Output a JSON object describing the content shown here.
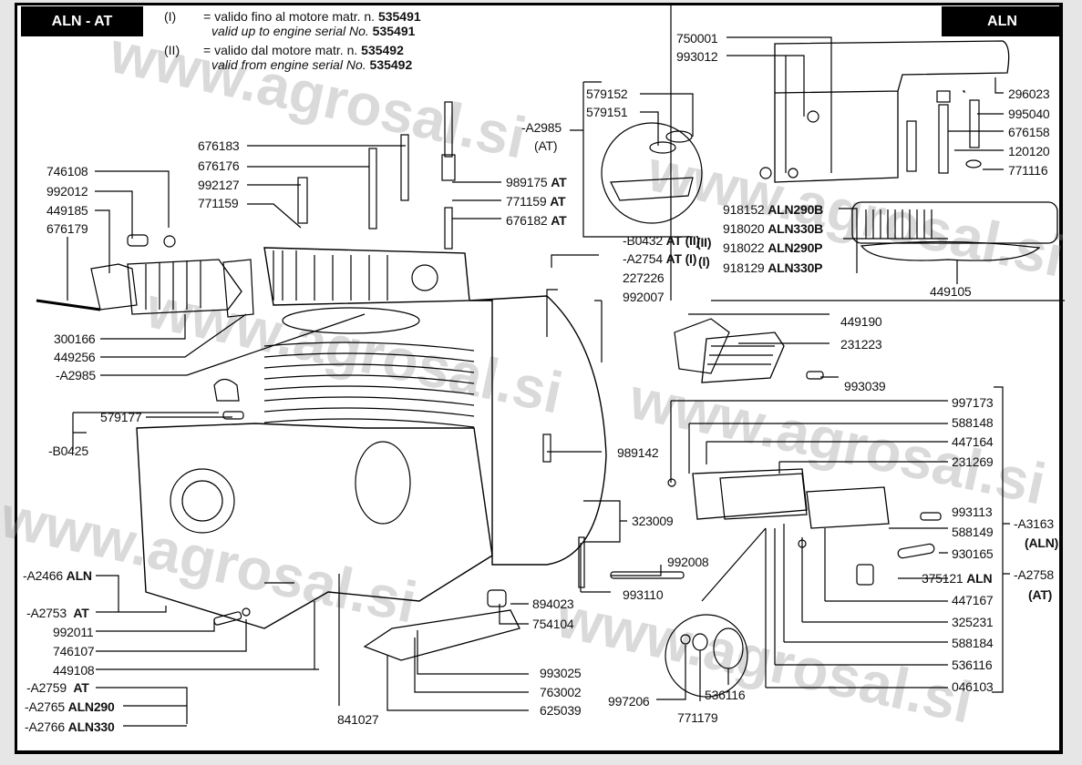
{
  "header": {
    "left_badge": "ALN - AT",
    "right_badge": "ALN",
    "notes": [
      {
        "code": "(I)",
        "eq": "=",
        "it": "valido fino al motore matr. n.",
        "num": "535491",
        "en": "valid up to engine serial No.",
        "en_num": "535491"
      },
      {
        "code": "(II)",
        "eq": "=",
        "it": "valido dal motore matr. n.",
        "num": "535492",
        "en": "valid from engine serial No.",
        "en_num": "535492"
      }
    ]
  },
  "watermark": "www.agrosal.si",
  "callouts": {
    "top_inset": [
      "750001",
      "993012",
      "296023",
      "995040",
      "676158",
      "120120",
      "771116"
    ],
    "top_inset_variants": [
      {
        "part": "918152",
        "model": "ALN290B"
      },
      {
        "part": "918020",
        "model": "ALN330B"
      },
      {
        "part": "918022",
        "model": "ALN290P"
      },
      {
        "part": "918129",
        "model": "ALN330P"
      }
    ],
    "top_inset_variant_marks": [
      "(II)",
      "(I)"
    ],
    "top_inset_gasket": "449105",
    "gasket_kit": {
      "code": "-A2985",
      "tag": "(AT)",
      "parts": [
        "579152",
        "579151"
      ]
    },
    "head_studs": [
      "676183",
      "676176",
      "992127",
      "771159"
    ],
    "head_at": [
      {
        "part": "989175",
        "model": "AT"
      },
      {
        "part": "771159",
        "model": "AT"
      },
      {
        "part": "676182",
        "model": "AT"
      }
    ],
    "head_kits": [
      {
        "part": "-B0432",
        "model": "AT",
        "mark": "(II)"
      },
      {
        "part": "-A2754",
        "model": "AT",
        "mark": "(I)"
      }
    ],
    "shroud": [
      "227226",
      "992007"
    ],
    "left_upper": [
      "746108",
      "992012",
      "449185",
      "676179"
    ],
    "left_middle": [
      "300166",
      "449256",
      "-A2985"
    ],
    "oil_cap": {
      "part": "579177",
      "kit": "-B0425"
    },
    "right_upper": [
      "449190",
      "231223",
      "993039"
    ],
    "right_lower": [
      "997173",
      "588148",
      "447164",
      "231269",
      "993113",
      "588149",
      "930165"
    ],
    "right_lower_aln": {
      "part": "375121",
      "model": "ALN"
    },
    "right_lower_tail": [
      "447167",
      "325231",
      "588184",
      "536116",
      "046103"
    ],
    "right_kits": [
      {
        "part": "-A3163",
        "model": "(ALN)"
      },
      {
        "part": "-A2758",
        "model": "(AT)"
      }
    ],
    "center": [
      "989142",
      "323009",
      "992008",
      "993110",
      "894023",
      "754104"
    ],
    "bottom_right": [
      "993025",
      "763002",
      "625039"
    ],
    "detail_circle": [
      "997206",
      "771179",
      "536116"
    ],
    "bottom_center": "841027",
    "left_lower": [
      {
        "part": "-A2466",
        "model": "ALN"
      },
      {
        "part": "-A2753",
        "model": "AT"
      },
      {
        "part": "992011",
        "model": ""
      },
      {
        "part": "746107",
        "model": ""
      },
      {
        "part": "449108",
        "model": ""
      },
      {
        "part": "-A2759",
        "model": "AT"
      },
      {
        "part": "-A2765",
        "model": "ALN290"
      },
      {
        "part": "-A2766",
        "model": "ALN330"
      }
    ]
  }
}
